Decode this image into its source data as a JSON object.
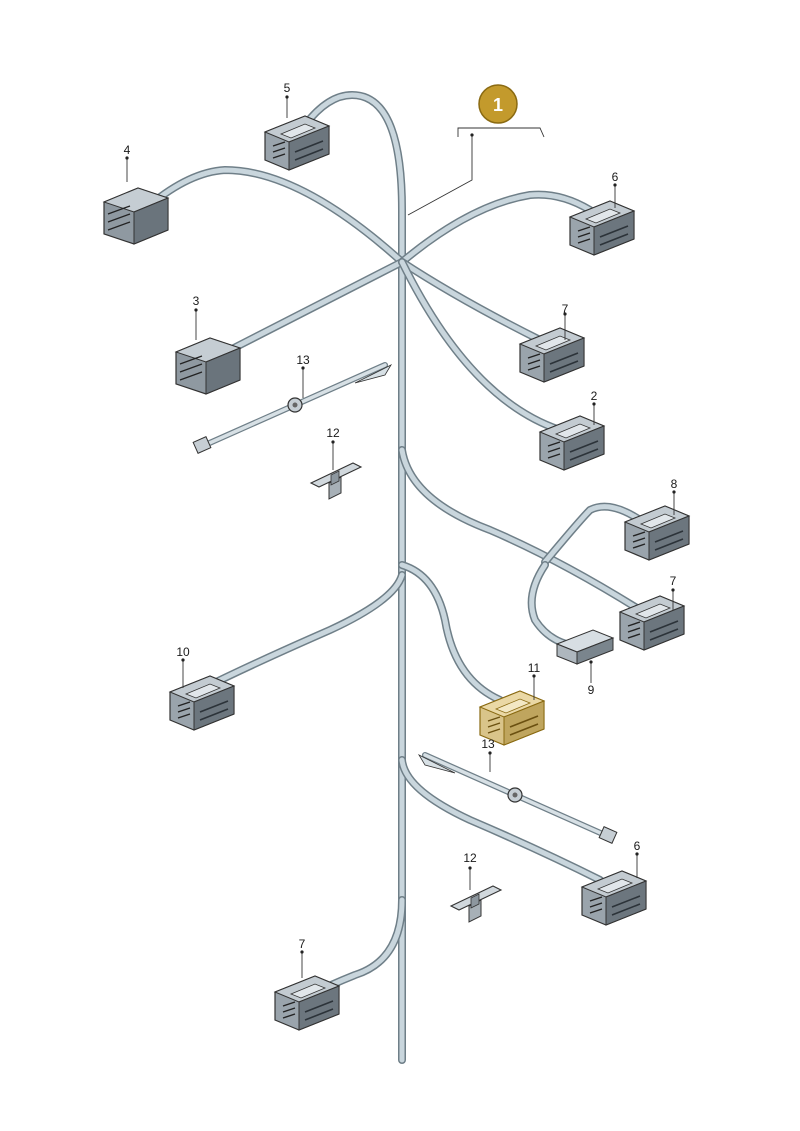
{
  "colors": {
    "wire_outer": "#6f7f88",
    "wire_inner": "#c9d6dd",
    "connector_body": "#98a2aa",
    "connector_dark": "#3f4850",
    "highlight": "#c7a23d",
    "badge": "#c39a2c"
  },
  "badge": {
    "label": "1"
  },
  "callouts": [
    {
      "id": "c5",
      "label": "5"
    },
    {
      "id": "c4",
      "label": "4"
    },
    {
      "id": "c6a",
      "label": "6"
    },
    {
      "id": "c3",
      "label": "3"
    },
    {
      "id": "c7a",
      "label": "7"
    },
    {
      "id": "c2",
      "label": "2"
    },
    {
      "id": "c13a",
      "label": "13"
    },
    {
      "id": "c12a",
      "label": "12"
    },
    {
      "id": "c8",
      "label": "8"
    },
    {
      "id": "c7b",
      "label": "7"
    },
    {
      "id": "c10",
      "label": "10"
    },
    {
      "id": "c9",
      "label": "9"
    },
    {
      "id": "c11",
      "label": "11"
    },
    {
      "id": "c13b",
      "label": "13"
    },
    {
      "id": "c6b",
      "label": "6"
    },
    {
      "id": "c12b",
      "label": "12"
    },
    {
      "id": "c7c",
      "label": "7"
    }
  ]
}
